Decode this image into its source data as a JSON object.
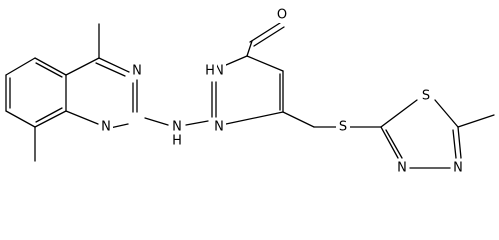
{
  "molecule": {
    "atom_labels": {
      "n1": "N",
      "n2": "N",
      "nh_link": "N",
      "h_link": "H",
      "n3": "N",
      "n4": "N",
      "h4": "H",
      "o1": "O",
      "s1": "S",
      "s2": "S",
      "n5": "N",
      "n6": "N"
    },
    "colors": {
      "bond": "#000000",
      "label": "#000000",
      "background": "#ffffff"
    }
  }
}
